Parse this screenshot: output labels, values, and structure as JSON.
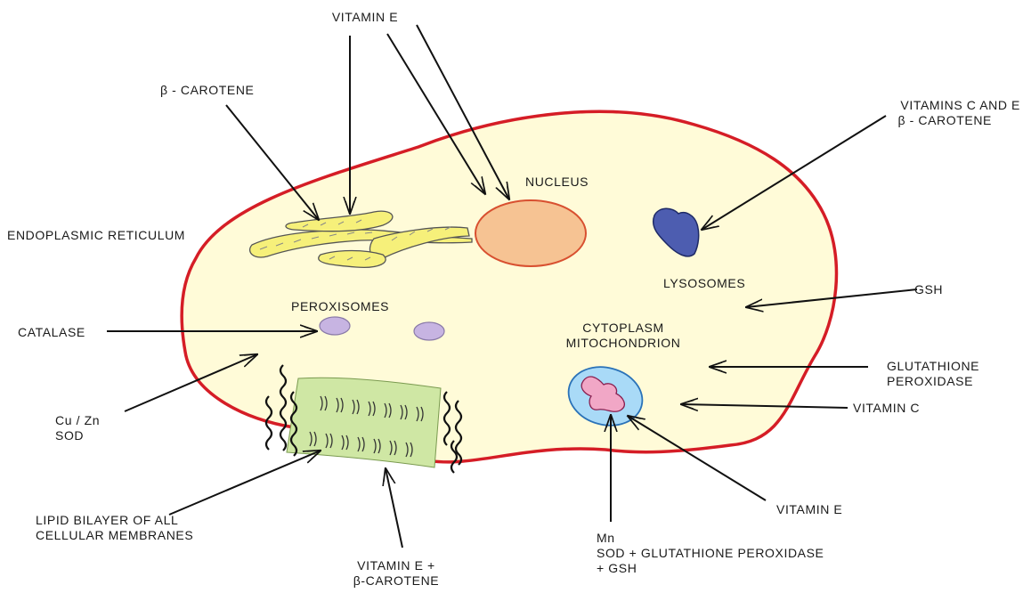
{
  "colors": {
    "cell_fill": "#fffbd8",
    "cell_border": "#d51d26",
    "nucleus_fill": "#f6c393",
    "nucleus_border": "#d85030",
    "er_fill": "#f6f07a",
    "lysosome_fill": "#4d5db0",
    "peroxisome_fill": "#c7b4e2",
    "mito_outer": "#a9daf7",
    "mito_inner": "#f1a7c6",
    "bilayer_fill": "#cfe7a4"
  },
  "labels": {
    "vitamin_e_top": "VITAMIN E",
    "beta_carotene": "β - CAROTENE",
    "vitamins_c_e": "VITAMINS C AND E",
    "vitamins_c_e_2": "β - CAROTENE",
    "nucleus": "NUCLEUS",
    "er": "ENDOPLASMIC RETICULUM",
    "lysosomes": "LYSOSOMES",
    "gsh": "GSH",
    "peroxisomes": "PEROXISOMES",
    "catalase": "CATALASE",
    "cytoplasm": "CYTOPLASM",
    "mitochondrion": "MITOCHONDRION",
    "gpx_1": "GLUTATHIONE",
    "gpx_2": "PEROXIDASE",
    "vitamin_c": "VITAMIN C",
    "cuzn_1": "Cu / Zn",
    "cuzn_2": "SOD",
    "lipid_1": "LIPID BILAYER OF ALL",
    "lipid_2": "CELLULAR MEMBRANES",
    "vitamin_e_right": "VITAMIN E",
    "vit_e_bc_1": "VITAMIN E +",
    "vit_e_bc_2": "β-CAROTENE",
    "mn_1": "Mn",
    "mn_2": "SOD + GLUTATHIONE PEROXIDASE",
    "mn_3": "+ GSH"
  }
}
